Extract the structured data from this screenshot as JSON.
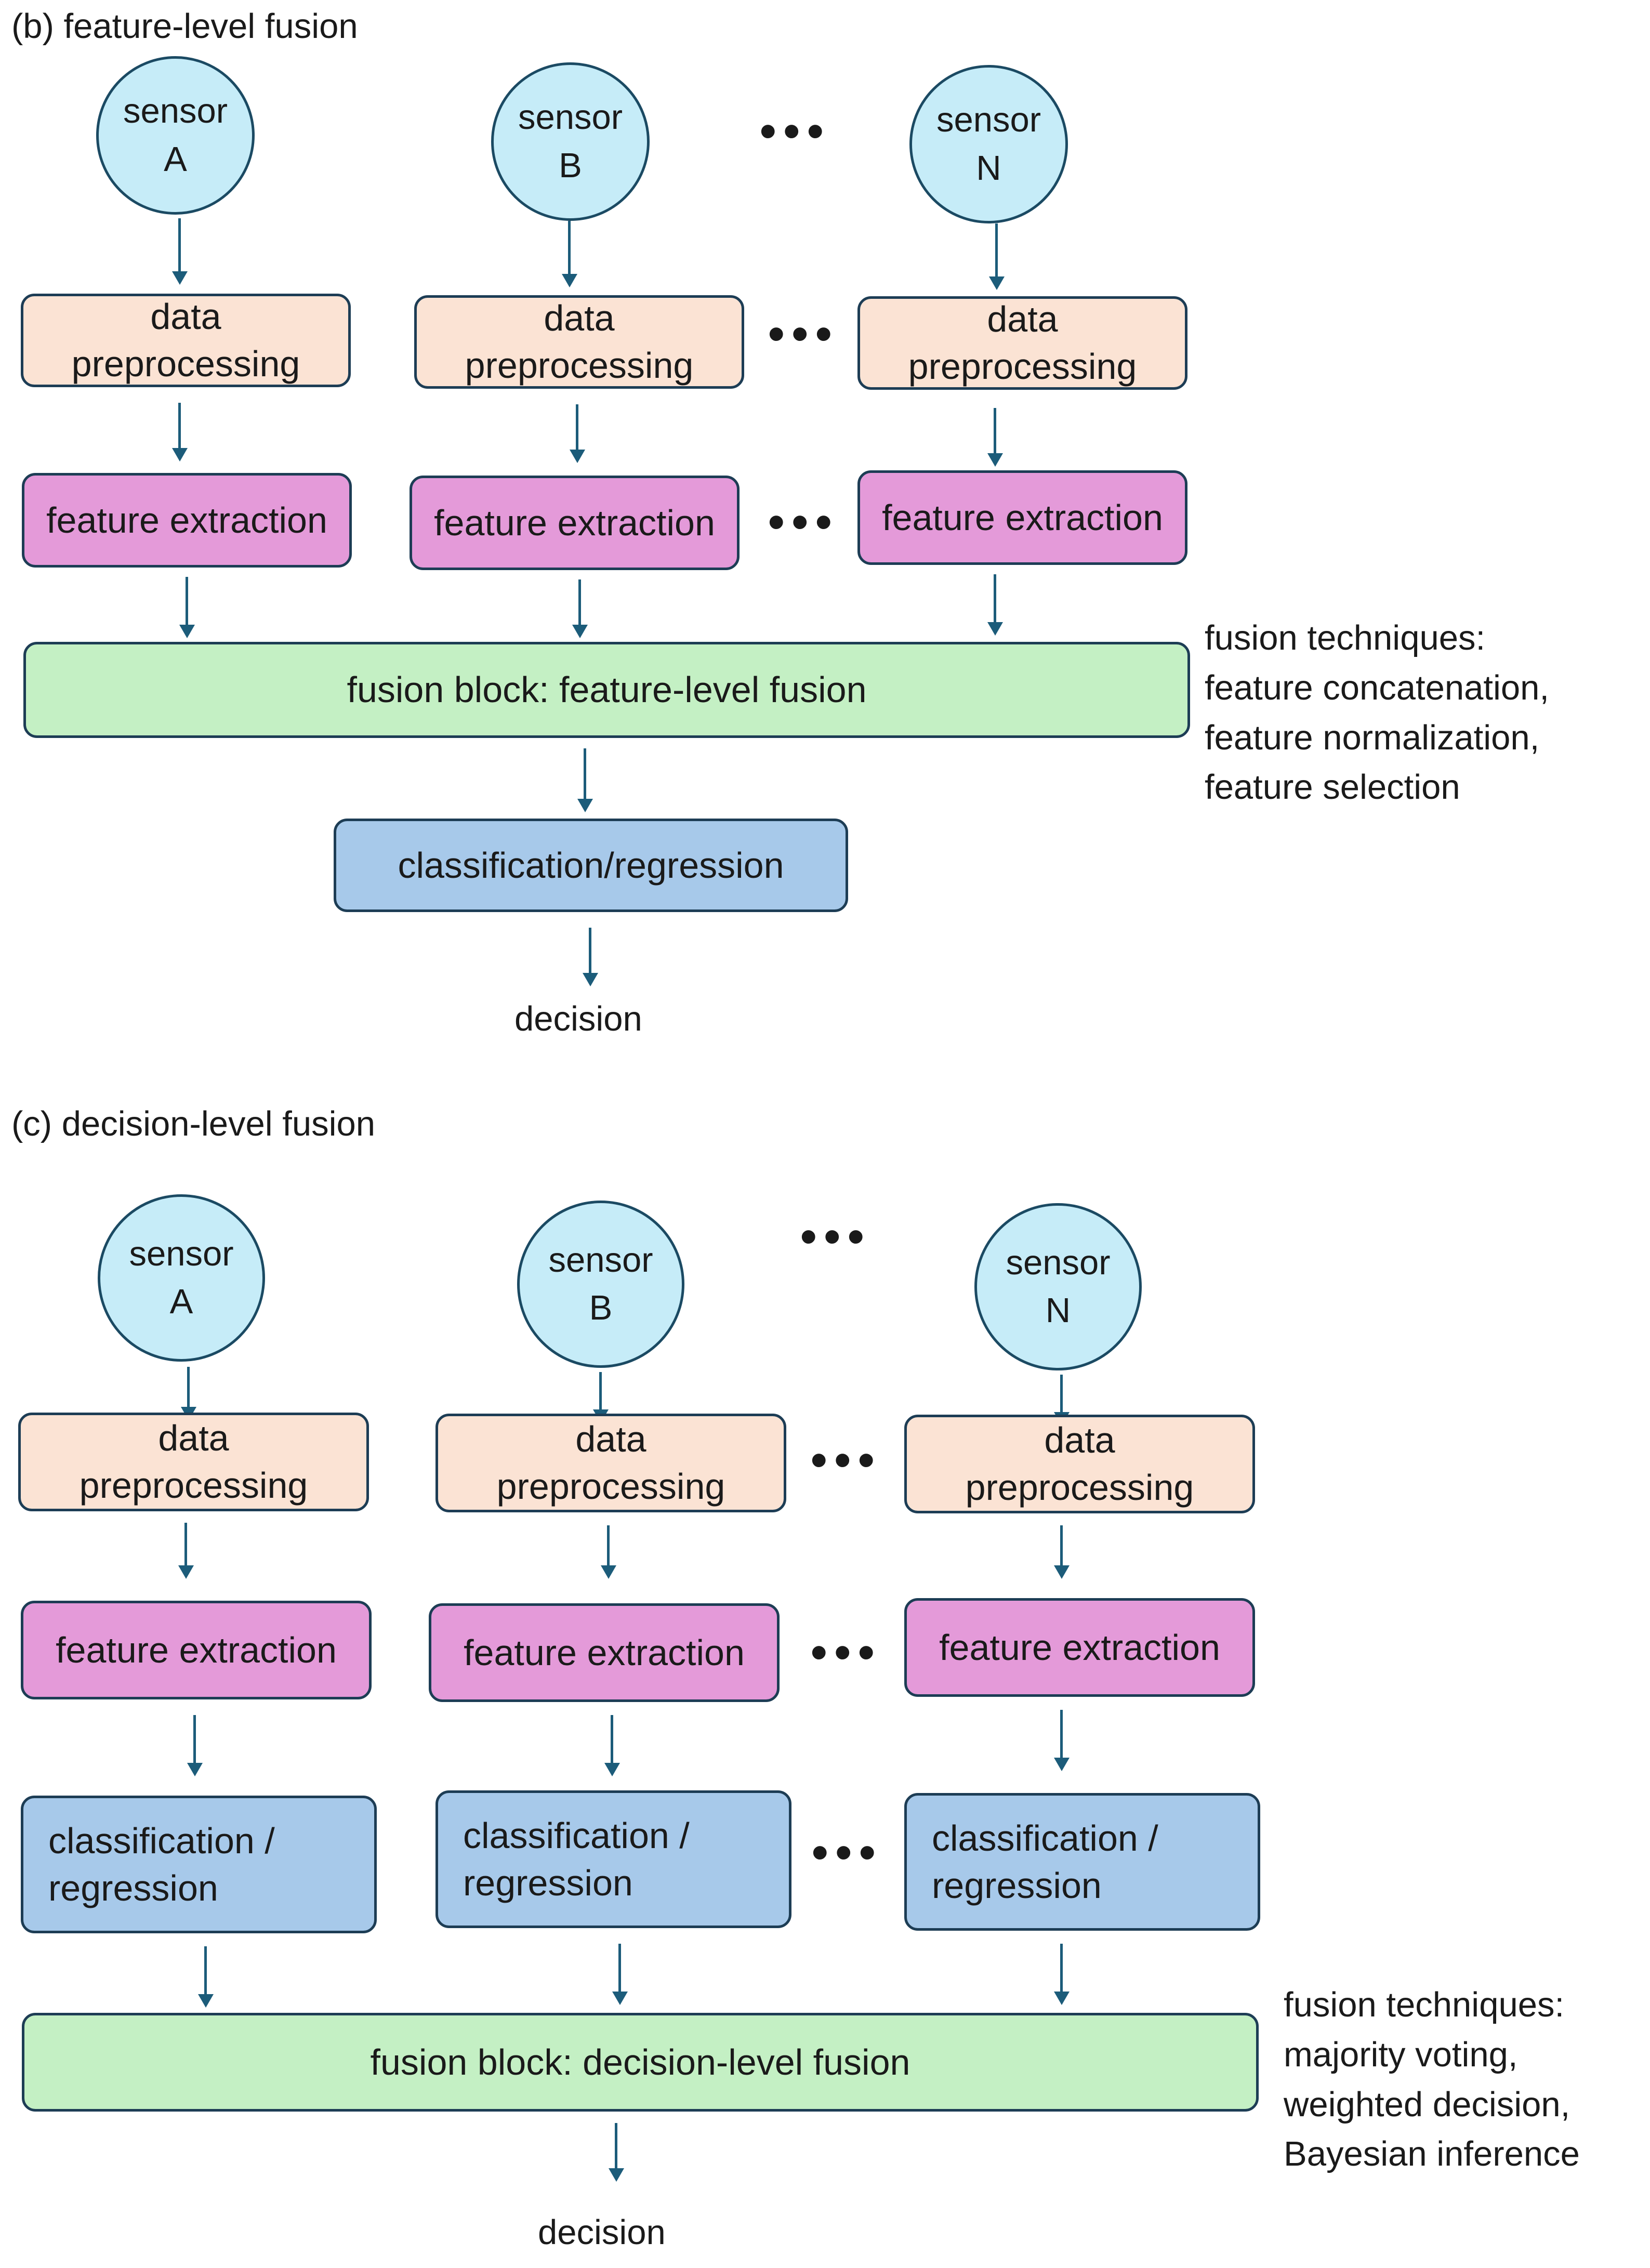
{
  "section_b": {
    "title": "(b) feature-level fusion",
    "sensors": [
      {
        "line1": "sensor",
        "line2": "A"
      },
      {
        "line1": "sensor",
        "line2": "B"
      },
      {
        "line1": "sensor",
        "line2": "N"
      }
    ],
    "preprocessing": {
      "line1": "data",
      "line2": "preprocessing"
    },
    "feature_extraction": "feature extraction",
    "fusion_block": "fusion block: feature-level fusion",
    "classifier": "classification/regression",
    "decision": "decision",
    "techniques": {
      "heading": "fusion techniques:",
      "items": [
        "feature concatenation,",
        "feature normalization,",
        "feature selection"
      ]
    }
  },
  "section_c": {
    "title": "(c) decision-level fusion",
    "sensors": [
      {
        "line1": "sensor",
        "line2": "A"
      },
      {
        "line1": "sensor",
        "line2": "B"
      },
      {
        "line1": "sensor",
        "line2": "N"
      }
    ],
    "preprocessing": {
      "line1": "data",
      "line2": "preprocessing"
    },
    "feature_extraction": "feature extraction",
    "classifier": {
      "line1": "classification /",
      "line2": "regression"
    },
    "fusion_block": "fusion block: decision-level fusion",
    "decision": "decision",
    "techniques": {
      "heading": "fusion techniques:",
      "items": [
        "majority voting,",
        "weighted decision,",
        "Bayesian inference"
      ]
    }
  },
  "ellipsis": "•••",
  "colors": {
    "sensor_fill": "#c6ecf8",
    "preprocessing_fill": "#fbe3d4",
    "feature_extraction_fill": "#e49ad9",
    "classifier_fill": "#a7c9ea",
    "fusion_fill": "#c4f0c4",
    "arrow": "#1c5c7a",
    "border": "#1d3d55"
  }
}
